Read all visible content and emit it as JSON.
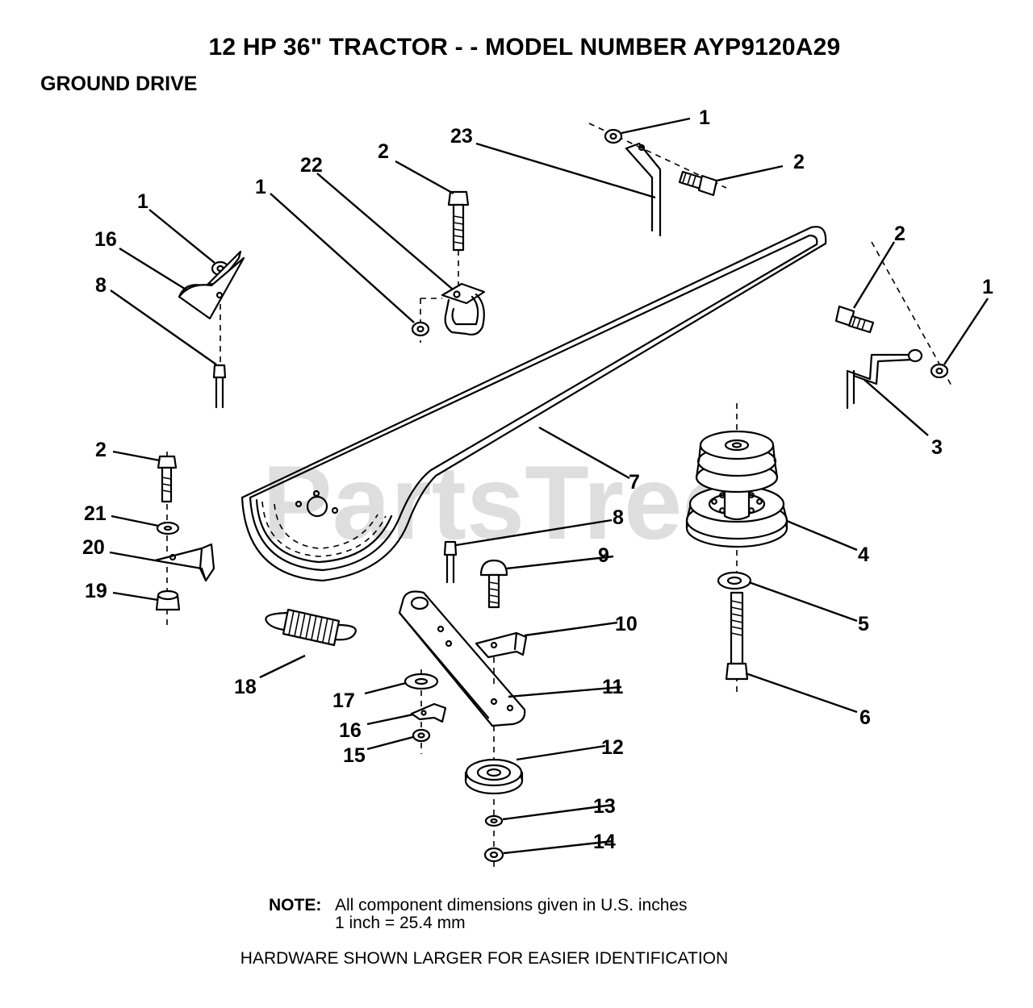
{
  "title": "12 HP 36\" TRACTOR - - MODEL NUMBER AYP9120A29",
  "section": "GROUND DRIVE",
  "watermark": "PartsTree",
  "note": {
    "label": "NOTE:",
    "line1": "All component dimensions given in U.S. inches",
    "line2": "1 inch = 25.4 mm"
  },
  "hardware_note": "HARDWARE SHOWN LARGER FOR EASIER IDENTIFICATION",
  "callouts": [
    "1",
    "1",
    "1",
    "1",
    "2",
    "2",
    "2",
    "2",
    "3",
    "4",
    "5",
    "6",
    "7",
    "8",
    "8",
    "9",
    "10",
    "11",
    "12",
    "13",
    "14",
    "15",
    "16",
    "16",
    "17",
    "18",
    "19",
    "20",
    "21",
    "22",
    "23"
  ]
}
